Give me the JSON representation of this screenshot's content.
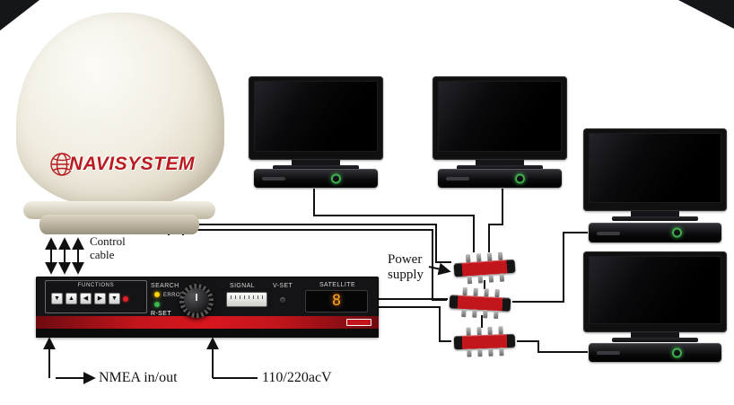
{
  "antenna": {
    "brand": "NAVISYSTEM"
  },
  "labels": {
    "control_cable": [
      "Control",
      "cable"
    ],
    "power_supply": [
      "Power",
      "supply"
    ],
    "nmea": "NMEA in/out",
    "voltage": "110/220acV"
  },
  "control_unit": {
    "functions": "FUNCTIONS",
    "search": "SEARCH",
    "error": "ERROR",
    "rset": "R-SET",
    "signal": "SIGNAL",
    "vset": "V-SET",
    "satellite": "SATELLITE",
    "satellite_value": "8",
    "buttons": [
      "▼",
      "▲",
      "◀",
      "▶",
      "▼"
    ]
  },
  "colors": {
    "accent_red": "#c3151c",
    "led_yellow": "#ffd400",
    "led_green": "#39b54a",
    "display_amber": "#ffa428",
    "dome_cream": "#efece1",
    "cable_black": "#111111"
  }
}
